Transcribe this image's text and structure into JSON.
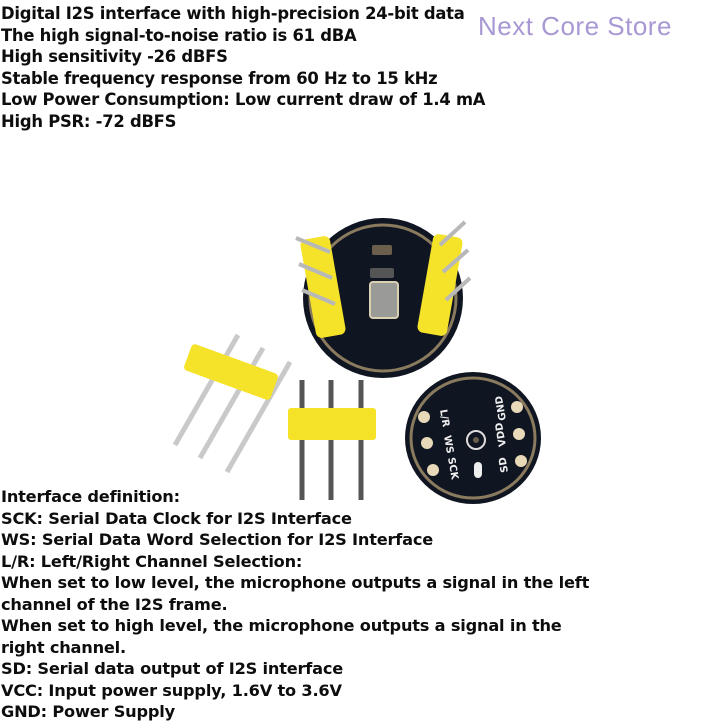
{
  "watermark": "Next Core Store",
  "features": [
    "Digital I2S interface with high-precision 24-bit data",
    "The high signal-to-noise ratio is 61 dBA",
    "High sensitivity -26 dBFS",
    "Stable frequency response from 60 Hz to 15 kHz",
    "Low Power Consumption: Low current draw of 1.4 mA",
    "High PSR: -72 dBFS"
  ],
  "interface_definition": [
    "Interface definition:",
    "SCK: Serial Data Clock for I2S Interface",
    "WS: Serial Data Word Selection for I2S Interface",
    "L/R: Left/Right Channel Selection:",
    "When set to low level, the microphone outputs a signal in the left",
    "channel of the I2S frame.",
    "When set to high level, the microphone outputs a signal in the",
    "right channel.",
    "SD: Serial data output of I2S interface",
    "VCC: Input power supply, 1.6V to 3.6V",
    "GND: Power Supply"
  ],
  "board_labels": {
    "left_pins": [
      "L/R",
      "WS",
      "SCK"
    ],
    "right_pins": [
      "GND",
      "VDD",
      "SD"
    ]
  },
  "colors": {
    "pcb": "#101522",
    "pcb_edge": "#8a7a5e",
    "header_plastic": "#f5e32a",
    "pad": "#e8d9b8",
    "watermark": "#a898d4"
  }
}
